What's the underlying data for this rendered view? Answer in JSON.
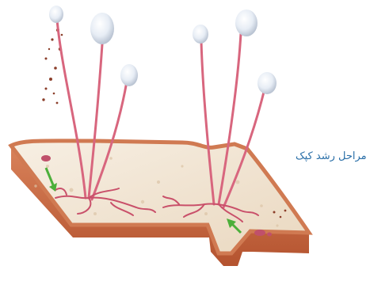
{
  "caption": "مراحل رشد کپک",
  "colors": {
    "caption": "#2a6fa8",
    "crust": "#c96a45",
    "crumb": "#f1e6d6",
    "hypha": "#d8667e",
    "sporangium": "#eef2f7",
    "arrow": "#4caf3a",
    "spore_dots": "#8b3e2a"
  },
  "objects": [
    "bread-slice",
    "mold-colony-left",
    "mold-colony-right",
    "falling-spores",
    "spore-germination-left",
    "spore-germination-right"
  ]
}
